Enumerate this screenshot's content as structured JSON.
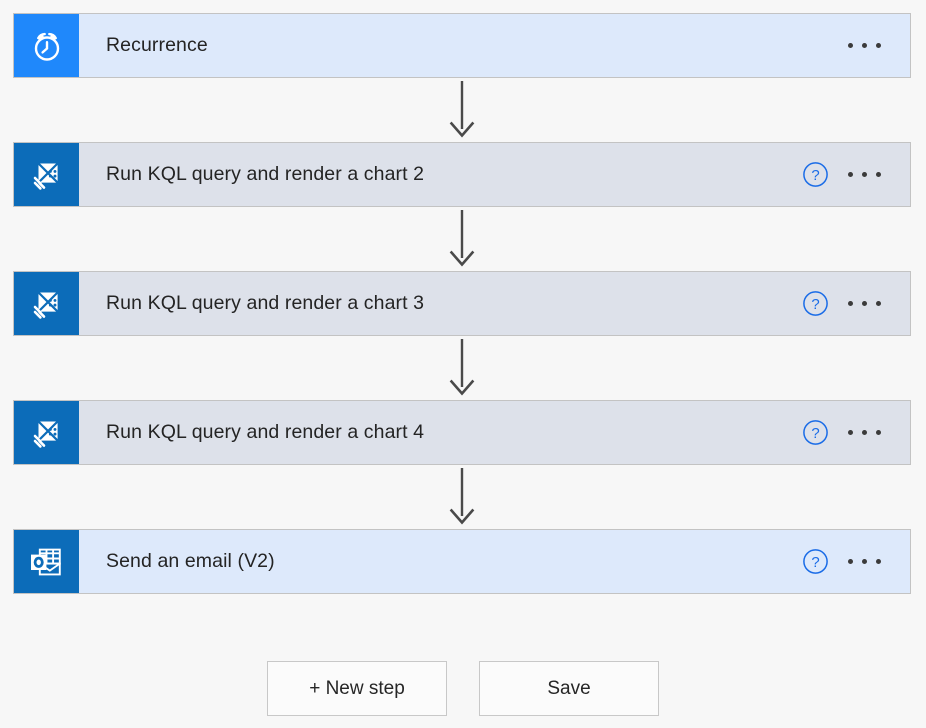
{
  "canvas": {
    "background_color": "#f7f7f7"
  },
  "colors": {
    "trigger_card_bg": "#dde9fb",
    "action_card_bg": "#dde1ea",
    "email_card_bg": "#dde9fb",
    "card_border": "#c3c3c3",
    "clock_tile_blue": "#1f88fb",
    "kusto_tile_blue": "#0c6cb9",
    "outlook_tile_blue": "#0c6cb9",
    "help_icon_blue": "#1a6ce7",
    "ellipsis_dot": "#3b3b3b",
    "arrow_gray": "#4a4a4a",
    "button_bg": "#fbfbfb",
    "button_border": "#c8c8c8",
    "text": "#242424"
  },
  "flow": {
    "steps": [
      {
        "id": "recurrence",
        "title": "Recurrence",
        "kind": "trigger",
        "icon": "alarm-clock-icon",
        "icon_tile": "clock",
        "card_style": "trigger",
        "has_help": false,
        "has_menu": true
      },
      {
        "id": "run-kql-query-and-render-a-chart-2",
        "title": "Run KQL query and render a chart 2",
        "kind": "action",
        "icon": "azure-data-explorer-kite-icon",
        "icon_tile": "kusto",
        "card_style": "action",
        "has_help": true,
        "has_menu": true
      },
      {
        "id": "run-kql-query-and-render-a-chart-3",
        "title": "Run KQL query and render a chart 3",
        "kind": "action",
        "icon": "azure-data-explorer-kite-icon",
        "icon_tile": "kusto",
        "card_style": "action",
        "has_help": true,
        "has_menu": true
      },
      {
        "id": "run-kql-query-and-render-a-chart-4",
        "title": "Run KQL query and render a chart 4",
        "kind": "action",
        "icon": "azure-data-explorer-kite-icon",
        "icon_tile": "kusto",
        "card_style": "action",
        "has_help": true,
        "has_menu": true
      },
      {
        "id": "send-an-email-v2",
        "title": "Send an email (V2)",
        "kind": "action",
        "icon": "outlook-icon",
        "icon_tile": "outlook",
        "card_style": "emailcard",
        "has_help": true,
        "has_menu": true
      }
    ],
    "help_icon_label": "?",
    "menu_icon_label": "more-options"
  },
  "footer": {
    "new_step_label": "+ New step",
    "save_label": "Save"
  }
}
